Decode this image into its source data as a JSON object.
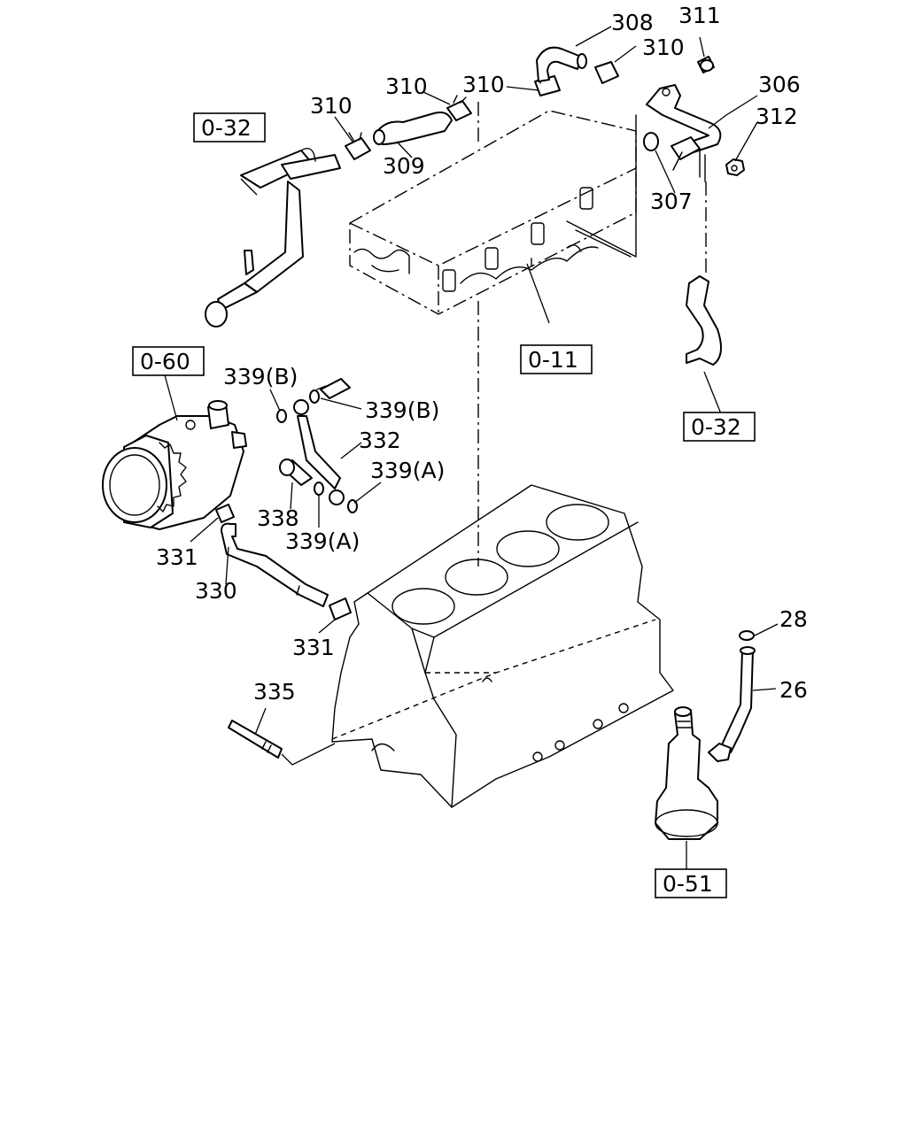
{
  "labels": {
    "p308": "308",
    "p311": "311",
    "p310_tr": "310",
    "p310_top": "310",
    "p310_mid": "310",
    "p310_left": "310",
    "p306": "306",
    "p312": "312",
    "p307": "307",
    "p309": "309",
    "p339b_top": "339(B)",
    "p339b_right": "339(B)",
    "p332": "332",
    "p339a_right": "339(A)",
    "p338": "338",
    "p339a_bottom": "339(A)",
    "p331_left": "331",
    "p330": "330",
    "p331_bottom": "331",
    "p28": "28",
    "p26": "26",
    "p335": "335"
  },
  "refs": {
    "ref_032_left": "0-32",
    "ref_011": "0-11",
    "ref_060": "0-60",
    "ref_032_right": "0-32",
    "ref_051": "0-51"
  }
}
